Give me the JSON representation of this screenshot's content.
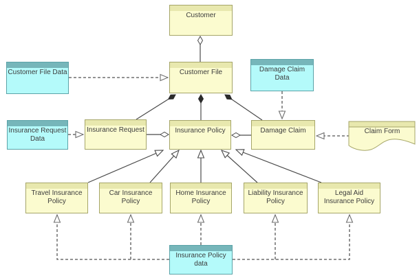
{
  "diagram": {
    "nodes": {
      "customer": {
        "label": "Customer",
        "type": "business-object"
      },
      "customer_file": {
        "label": "Customer File",
        "type": "business-object"
      },
      "customer_file_data": {
        "label": "Customer File Data",
        "type": "data-object"
      },
      "damage_claim_data": {
        "label": "Damage Claim Data",
        "type": "data-object"
      },
      "insurance_request_data": {
        "label": "Insurance Request Data",
        "type": "data-object"
      },
      "insurance_request": {
        "label": "Insurance Request",
        "type": "business-object"
      },
      "insurance_policy": {
        "label": "Insurance Policy",
        "type": "business-object"
      },
      "damage_claim": {
        "label": "Damage Claim",
        "type": "business-object"
      },
      "claim_form": {
        "label": "Claim Form",
        "type": "representation"
      },
      "travel": {
        "label": "Travel Insurance Policy",
        "type": "business-object"
      },
      "car": {
        "label": "Car Insurance Policy",
        "type": "business-object"
      },
      "home": {
        "label": "Home Insurance Policy",
        "type": "business-object"
      },
      "liability": {
        "label": "Liability Insurance Policy",
        "type": "business-object"
      },
      "legal_aid": {
        "label": "Legal Aid Insurance Policy",
        "type": "business-object"
      },
      "insurance_policy_data": {
        "label": "Insurance Policy data",
        "type": "data-object"
      }
    },
    "relations": [
      {
        "from": "Customer",
        "to": "Customer File",
        "type": "aggregation"
      },
      {
        "from": "Customer File",
        "to": "Insurance Request",
        "type": "composition"
      },
      {
        "from": "Customer File",
        "to": "Insurance Policy",
        "type": "composition"
      },
      {
        "from": "Customer File",
        "to": "Damage Claim",
        "type": "composition"
      },
      {
        "from": "Insurance Policy",
        "to": "Insurance Request",
        "type": "aggregation"
      },
      {
        "from": "Insurance Policy",
        "to": "Damage Claim",
        "type": "aggregation"
      },
      {
        "from": "Travel Insurance Policy",
        "to": "Insurance Policy",
        "type": "specialization"
      },
      {
        "from": "Car Insurance Policy",
        "to": "Insurance Policy",
        "type": "specialization"
      },
      {
        "from": "Home Insurance Policy",
        "to": "Insurance Policy",
        "type": "specialization"
      },
      {
        "from": "Liability Insurance Policy",
        "to": "Insurance Policy",
        "type": "specialization"
      },
      {
        "from": "Legal Aid Insurance Policy",
        "to": "Insurance Policy",
        "type": "specialization"
      },
      {
        "from": "Customer File Data",
        "to": "Customer File",
        "type": "realization"
      },
      {
        "from": "Insurance Request Data",
        "to": "Insurance Request",
        "type": "realization"
      },
      {
        "from": "Damage Claim Data",
        "to": "Damage Claim",
        "type": "realization"
      },
      {
        "from": "Claim Form",
        "to": "Damage Claim",
        "type": "realization"
      },
      {
        "from": "Insurance Policy data",
        "to": "Travel Insurance Policy",
        "type": "realization"
      },
      {
        "from": "Insurance Policy data",
        "to": "Car Insurance Policy",
        "type": "realization"
      },
      {
        "from": "Insurance Policy data",
        "to": "Home Insurance Policy",
        "type": "realization"
      },
      {
        "from": "Insurance Policy data",
        "to": "Liability Insurance Policy",
        "type": "realization"
      },
      {
        "from": "Insurance Policy data",
        "to": "Legal Aid Insurance Policy",
        "type": "realization"
      }
    ],
    "colors": {
      "business_object_fill": "#FBFBCF",
      "business_object_header": "#E8E8AE",
      "business_object_border": "#A5A568",
      "data_object_fill": "#B4FAFA",
      "data_object_header": "#76B6BA",
      "data_object_border": "#5BA3A8",
      "solid_line": "#4a4a4a",
      "dashed_line": "#6e6e6e"
    }
  }
}
